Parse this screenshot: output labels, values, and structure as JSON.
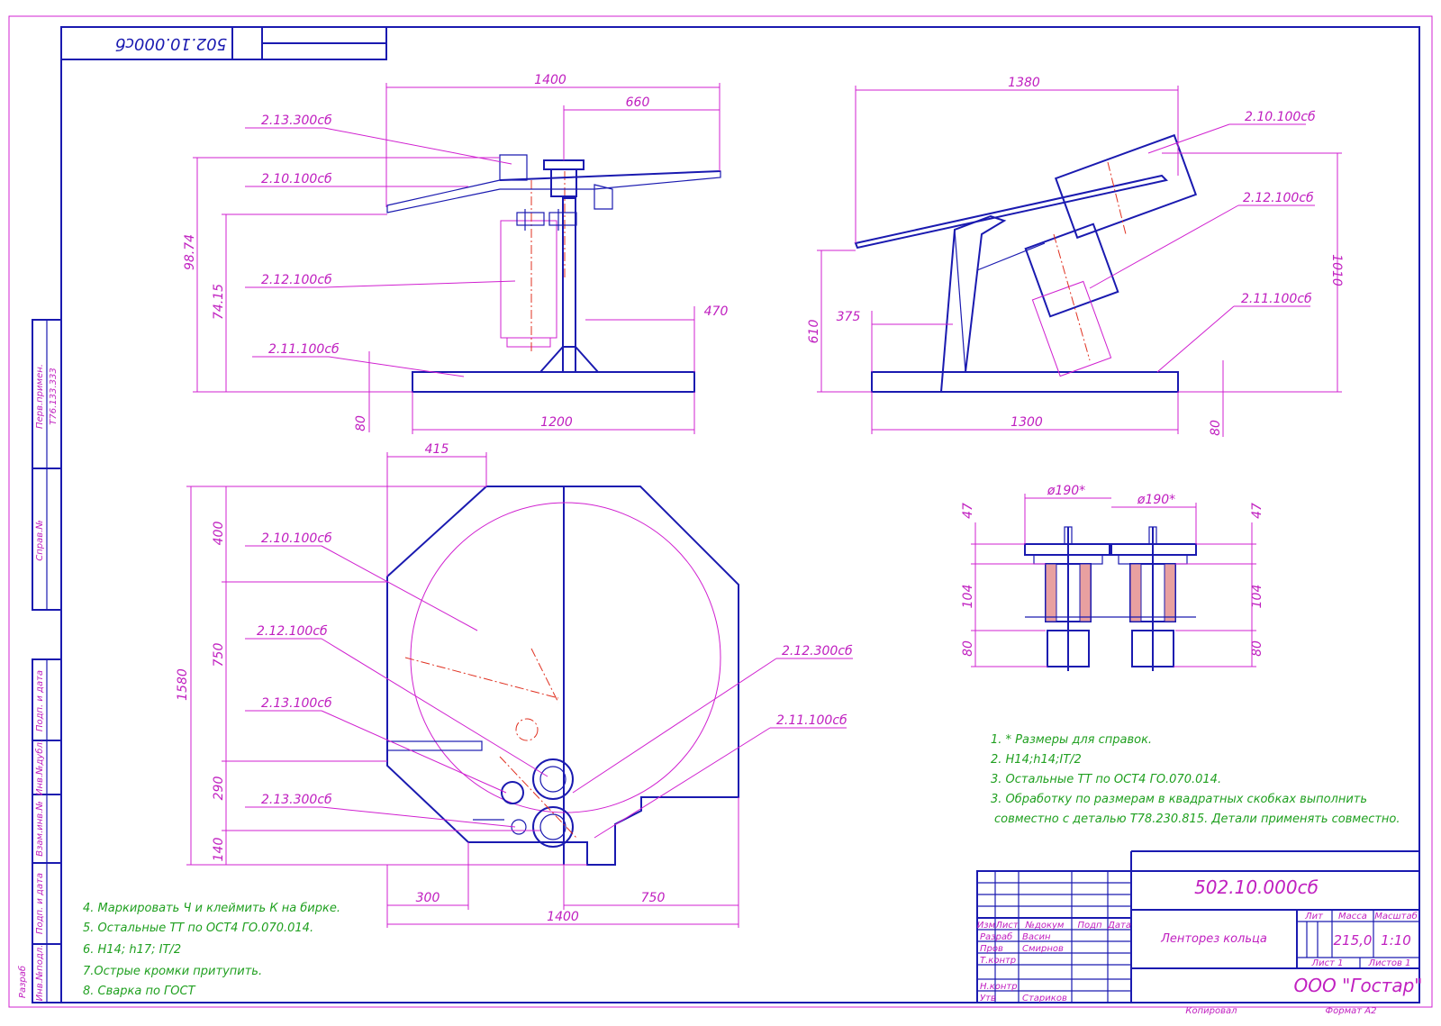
{
  "title_block": {
    "designation": "502.10.000сб",
    "designation_rotated": "502.10.000сб",
    "name": "Ленторез кольца",
    "mass": "215,0",
    "scale": "1:10",
    "company": "ООО \"Гостар\"",
    "sheet": "Лист 1",
    "sheets": "Листов 1",
    "hdr_lit": "Лит",
    "hdr_mass": "Масса",
    "hdr_scale": "Масштаб",
    "col_izm": "Изм",
    "col_list": "Лист",
    "col_doc": "№докум",
    "col_sign": "Подп",
    "col_date": "Дата",
    "row_razrab": "Разраб",
    "row_prov": "Пров",
    "row_tkontr": "Т.контр",
    "row_nkontr": "Н.контр",
    "row_utv": "Утв",
    "name_razrab": "Васин",
    "name_prov": "Смирнов",
    "name_utv": "Стариков",
    "kopiroval": "Копировал",
    "format": "Формат А2"
  },
  "side_stamps": {
    "perv_primen": "Перв.примен.",
    "perv_value": "Т76.133.333",
    "sprav": "Справ.№",
    "podp_data_1": "Подп. и дата",
    "inv_dubl": "Инв.№дубл.",
    "vzam_inv": "Взам.инв.№",
    "podp_data_2": "Подп. и дата",
    "inv_podl": "Инв.№подл.",
    "razrab": "Разраб"
  },
  "notes_right": [
    "1. * Размеры для справок.",
    "2. H14;h14;IT/2",
    "3. Остальные ТТ по ОСТ4 ГО.070.014.",
    "3. Обработку по размерам в квадратных скобках выполнить",
    "совместно с деталью Т78.230.815. Детали применять совместно."
  ],
  "notes_left": [
    "4. Маркировать Ч и клеймить К на бирке.",
    "5. Остальные ТТ по ОСТ4 ГО.070.014.",
    "6. H14; h17; IT/2",
    "7.Острые кромки притупить.",
    "8. Сварка по ГОСТ"
  ],
  "front_view": {
    "dim_1400": "1400",
    "dim_660": "660",
    "dim_9874": "98.74",
    "dim_7415": "74.15",
    "dim_470": "470",
    "dim_80": "80",
    "dim_1200": "1200",
    "label_1": "2.13.300сб",
    "label_2": "2.10.100сб",
    "label_3": "2.12.100сб",
    "label_4": "2.11.100сб"
  },
  "side_view": {
    "dim_1380": "1380",
    "dim_1010": "1010",
    "dim_610": "610",
    "dim_375": "375",
    "dim_1300": "1300",
    "dim_80": "80",
    "label_1": "2.10.100сб",
    "label_2": "2.12.100сб",
    "label_3": "2.11.100сб"
  },
  "top_view": {
    "dim_415": "415",
    "dim_400": "400",
    "dim_750v": "750",
    "dim_1580": "1580",
    "dim_290": "290",
    "dim_140": "140",
    "dim_300": "300",
    "dim_750h": "750",
    "dim_1400": "1400",
    "label_1": "2.10.100сб",
    "label_2": "2.12.100сб",
    "label_3": "2.13.100сб",
    "label_4": "2.13.300сб",
    "label_5": "2.12.300сб",
    "label_6": "2.11.100сб"
  },
  "detail_view": {
    "dim_190a": "ø190*",
    "dim_190b": "ø190*",
    "dim_47a": "47",
    "dim_47b": "47",
    "dim_104a": "104",
    "dim_104b": "104",
    "dim_80a": "80",
    "dim_80b": "80"
  }
}
